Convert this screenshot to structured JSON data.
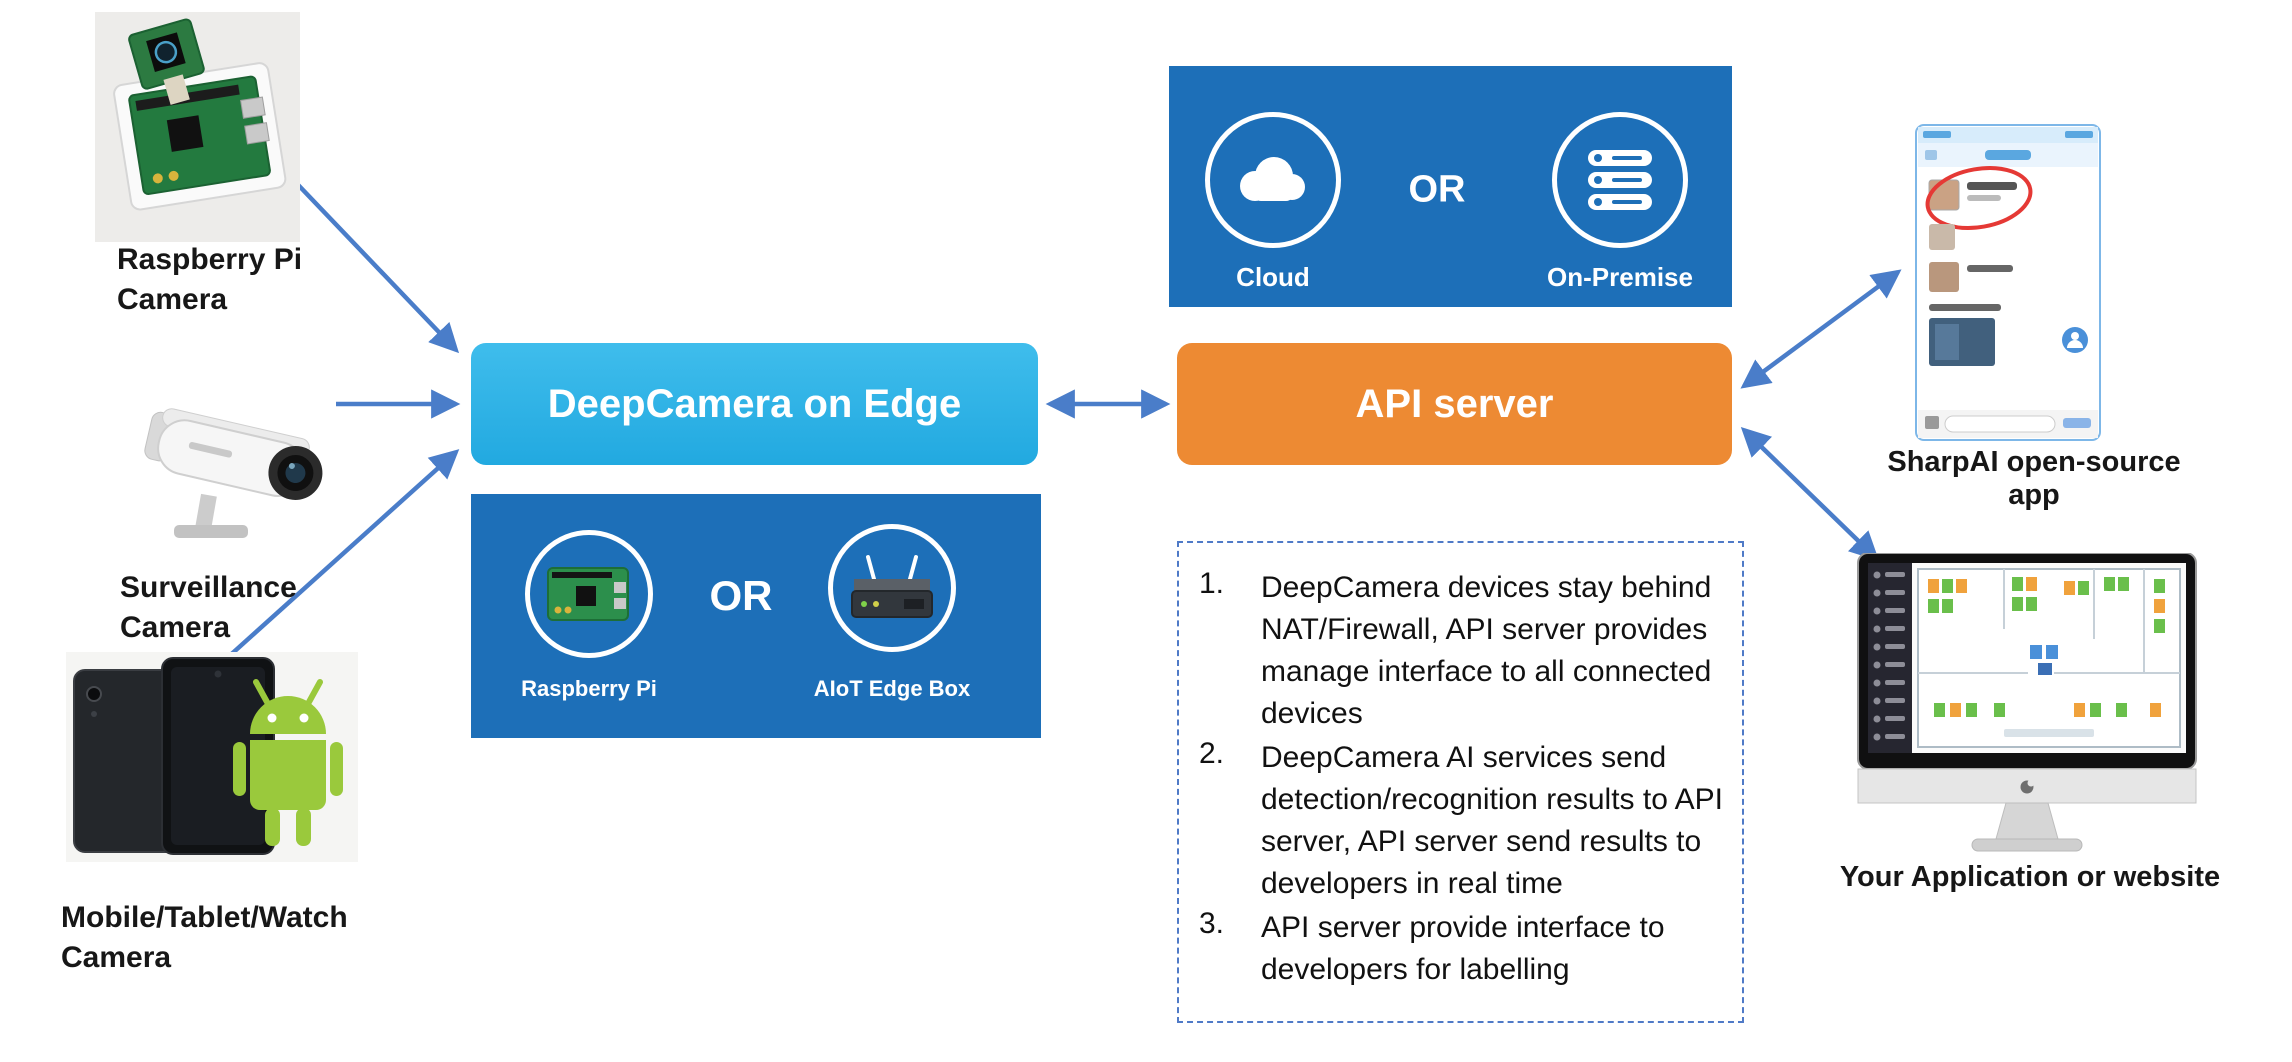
{
  "colors": {
    "panel_blue": "#1d6fb8",
    "edge_cyan": "#2cb1e6",
    "api_orange": "#ed8a33",
    "arrow_blue": "#4a7dc9",
    "dashed_border_blue": "#4f7ac7",
    "android_green": "#9ac93c"
  },
  "left_devices": {
    "raspberry_pi_camera_label": "Raspberry Pi\nCamera",
    "surveillance_camera_label": "Surveillance\nCamera",
    "mobile_camera_label": "Mobile/Tablet/Watch\nCamera"
  },
  "edge": {
    "title": "DeepCamera on Edge",
    "hardware": {
      "or_label": "OR",
      "left_label": "Raspberry Pi",
      "right_label": "AIoT Edge Box"
    }
  },
  "deployment": {
    "left_label": "Cloud",
    "or_label": "OR",
    "right_label": "On-Premise"
  },
  "api": {
    "title": "API server"
  },
  "notes": {
    "items": [
      {
        "num": "1.",
        "text": "DeepCamera devices stay behind NAT/Firewall, API server provides manage interface to all connected devices"
      },
      {
        "num": "2.",
        "text": "DeepCamera AI services send detection/recognition results to API server, API server send results to developers in real time"
      },
      {
        "num": "3.",
        "text": "API server provide interface to developers for labelling"
      }
    ]
  },
  "right_outputs": {
    "app_label": "SharpAI open-source app",
    "website_label": "Your Application or website"
  }
}
